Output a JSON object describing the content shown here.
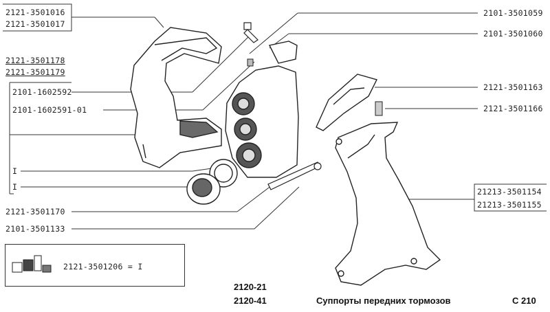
{
  "labels_left": {
    "l1": "2121-3501016",
    "l2": "2121-3501017",
    "l3": "2121-3501178",
    "l4": "2121-3501179",
    "l5": "2101-1602592",
    "l6": "2101-1602591-01",
    "l7": "I",
    "l8": "I",
    "l9": "2121-3501170",
    "l10": "2101-3501133"
  },
  "labels_right": {
    "r1": "2101-3501059",
    "r2": "2101-3501060",
    "r3": "2121-3501163",
    "r4": "2121-3501166",
    "r5": "21213-3501154",
    "r6": "21213-3501155"
  },
  "legend": {
    "text": "2121-3501206 = I"
  },
  "footer": {
    "model1": "2120-21",
    "model2": "2120-41",
    "title": "Суппорты передних тормозов",
    "page": "С 210"
  }
}
